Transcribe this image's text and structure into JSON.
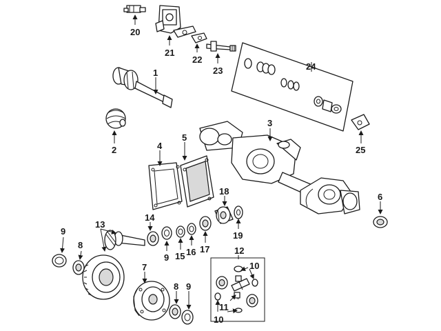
{
  "callouts": {
    "c1": "1",
    "c2": "2",
    "c3": "3",
    "c4": "4",
    "c5": "5",
    "c6": "6",
    "c7": "7",
    "c8a": "8",
    "c8b": "8",
    "c9a": "9",
    "c9b": "9",
    "c9c": "9",
    "c10a": "10",
    "c10b": "10",
    "c11": "11",
    "c12": "12",
    "c13": "13",
    "c14": "14",
    "c15": "15",
    "c16": "16",
    "c17": "17",
    "c18": "18",
    "c19": "19",
    "c20": "20",
    "c21": "21",
    "c22": "22",
    "c23": "23",
    "c24": "24",
    "c25": "25"
  }
}
